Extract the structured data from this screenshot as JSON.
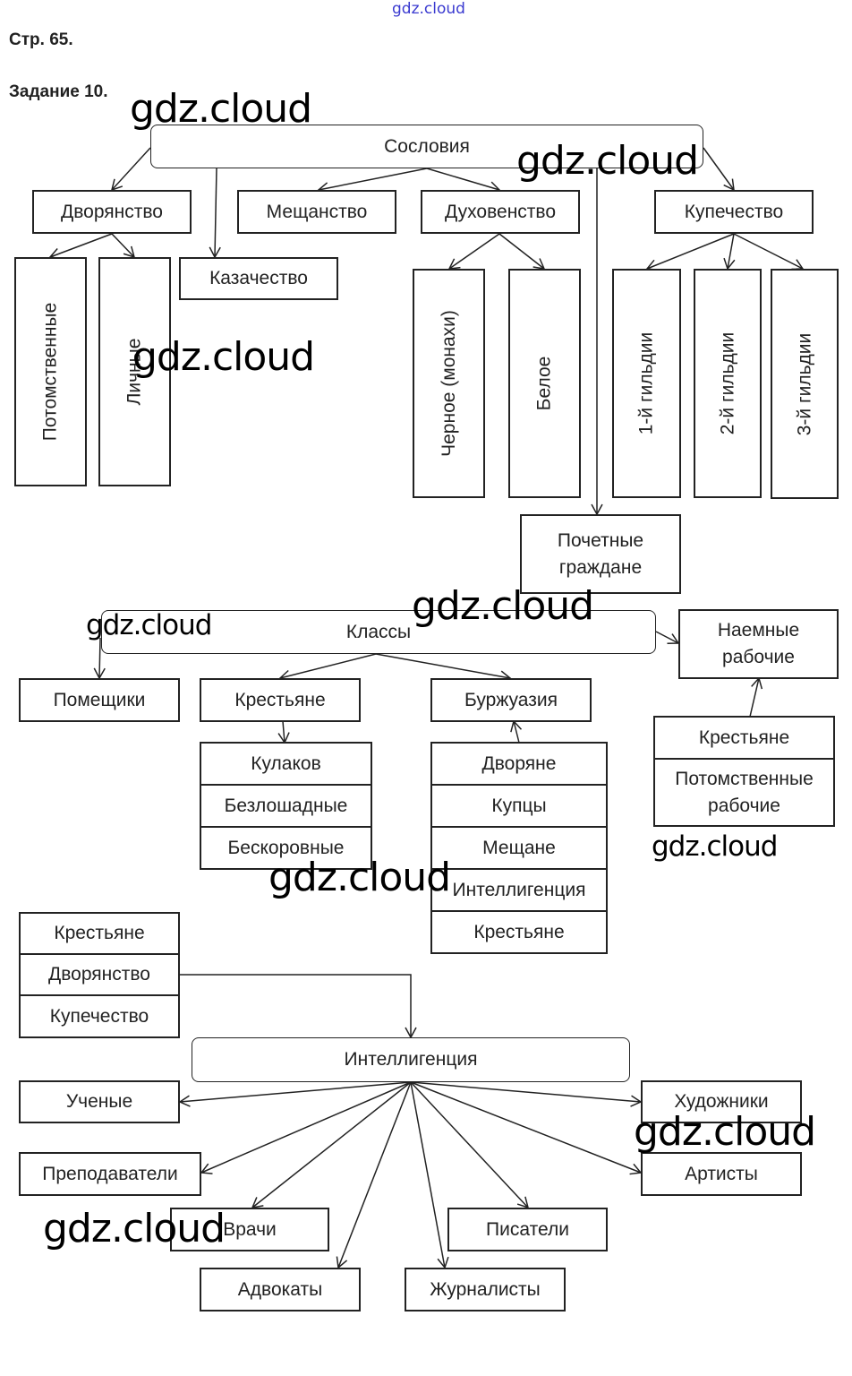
{
  "watermark": "gdz.cloud",
  "header": {
    "page": "Стр. 65.",
    "task": "Задание 10."
  },
  "estates": {
    "root": "Сословия",
    "nobility": {
      "label": "Дворянство",
      "children": [
        "Потомственные",
        "Личные"
      ]
    },
    "cossacks": "Казачество",
    "petty_bourgeois": "Мещанство",
    "clergy": {
      "label": "Духовенство",
      "children": [
        "Черное (монахи)",
        "Белое"
      ]
    },
    "merchants": {
      "label": "Купечество",
      "children": [
        "1-й гильдии",
        "2-й гильдии",
        "3-й гильдии"
      ]
    },
    "honorary_citizens": "Почетные граждане"
  },
  "classes": {
    "root": "Классы",
    "landowners": "Помещики",
    "peasants": {
      "label": "Крестьяне",
      "children": [
        "Кулаков",
        "Безлошадные",
        "Бескоровные"
      ]
    },
    "bourgeoisie": {
      "label": "Буржуазия",
      "sources": [
        "Дворяне",
        "Купцы",
        "Мещане",
        "Интеллигенция",
        "Крестьяне"
      ]
    },
    "hired_workers": {
      "label": "Наемные рабочие",
      "sources": [
        "Крестьяне",
        "Потомственные рабочие"
      ]
    }
  },
  "intelligentsia": {
    "sources": [
      "Крестьяне",
      "Дворянство",
      "Купечество"
    ],
    "root": "Интеллигенция",
    "children": [
      "Ученые",
      "Преподаватели",
      "Врачи",
      "Адвокаты",
      "Журналисты",
      "Писатели",
      "Артисты",
      "Художники"
    ]
  }
}
